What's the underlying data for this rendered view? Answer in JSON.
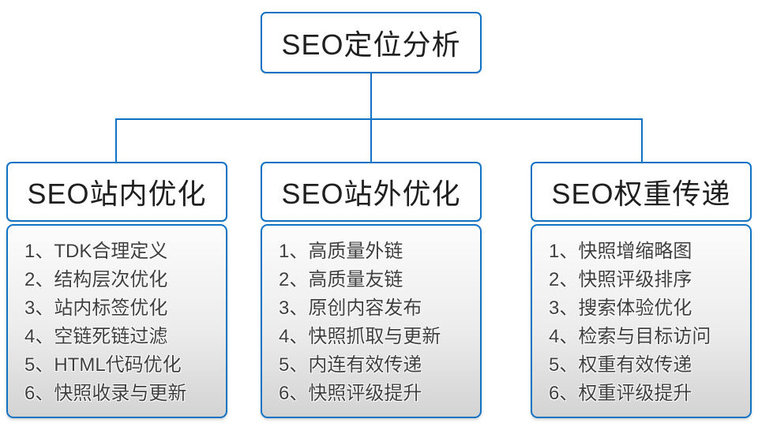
{
  "diagram": {
    "root_title": "SEO定位分析",
    "colors": {
      "line": "#1273c4",
      "header_text": "#1f1f1f",
      "item_text": "#3f3f3f",
      "list_bg_top": "#fcfcfc",
      "list_bg_bottom": "#d3d3d3"
    },
    "branches": [
      {
        "title": "SEO站内优化",
        "items": [
          "1、TDK合理定义",
          "2、结构层次优化",
          "3、站内标签优化",
          "4、空链死链过滤",
          "5、HTML代码优化",
          "6、快照收录与更新"
        ]
      },
      {
        "title": "SEO站外优化",
        "items": [
          "1、高质量外链",
          "2、高质量友链",
          "3、原创内容发布",
          "4、快照抓取与更新",
          "5、内连有效传递",
          "6、快照评级提升"
        ]
      },
      {
        "title": "SEO权重传递",
        "items": [
          "1、快照增缩略图",
          "2、快照评级排序",
          "3、搜索体验优化",
          "4、检索与目标访问",
          "5、权重有效传递",
          "6、权重评级提升"
        ]
      }
    ]
  }
}
